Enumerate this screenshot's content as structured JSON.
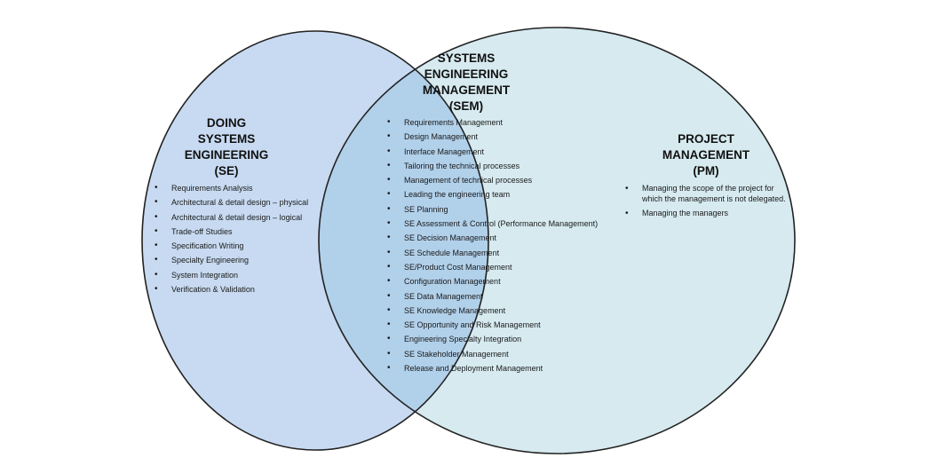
{
  "colors": {
    "se_fill": "#c7daf1",
    "pm_fill": "#d6eaf0",
    "overlap_fill": "#b1d0ea",
    "outline": "#222222"
  },
  "se": {
    "title_lines": [
      "DOING",
      "SYSTEMS",
      "ENGINEERING",
      "(SE)"
    ],
    "items": [
      "Requirements Analysis",
      "Architectural & detail design – physical",
      "Architectural & detail design – logical",
      "Trade-off Studies",
      "Specification Writing",
      "Specialty Engineering",
      "System Integration",
      "Verification & Validation"
    ]
  },
  "sem": {
    "title_lines": [
      "SYSTEMS",
      "ENGINEERING",
      "MANAGEMENT",
      "(SEM)"
    ],
    "items": [
      "Requirements Management",
      "Design Management",
      "Interface Management",
      "Tailoring the technical processes",
      "Management of technical processes",
      "Leading the engineering team",
      "SE Planning",
      "SE Assessment & Control (Performance Management)",
      "SE Decision Management",
      "SE Schedule Management",
      "SE/Product Cost Management",
      "Configuration Management",
      "SE Data Management",
      "SE Knowledge Management",
      "SE Opportunity and Risk Management",
      "Engineering Specialty Integration",
      "SE Stakeholder Management",
      "Release and Deployment Management"
    ]
  },
  "pm": {
    "title_lines": [
      "PROJECT",
      "MANAGEMENT",
      "(PM)"
    ],
    "items": [
      "Managing the scope of the project for which the management is not delegated.",
      "Managing the managers"
    ]
  }
}
